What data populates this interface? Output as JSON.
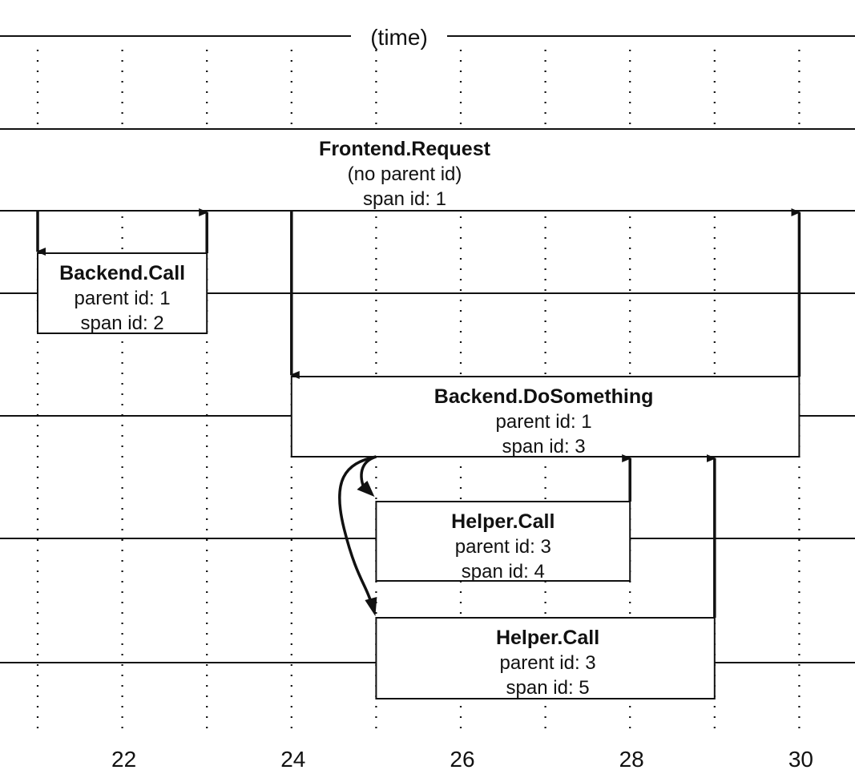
{
  "diagram": {
    "axis_title": "(time)",
    "time_range": [
      20.55,
      30.65
    ],
    "gridline_times": [
      21,
      22,
      23,
      24,
      25,
      26,
      27,
      28,
      29,
      30
    ],
    "tick_labels": [
      {
        "time": 22,
        "label": "22"
      },
      {
        "time": 24,
        "label": "24"
      },
      {
        "time": 26,
        "label": "26"
      },
      {
        "time": 28,
        "label": "28"
      },
      {
        "time": 30,
        "label": "30"
      }
    ],
    "spans": [
      {
        "id": "frontend-request",
        "name": "Frontend.Request",
        "line2": "(no parent id)",
        "line3": "span id: 1",
        "row": 0,
        "start": null,
        "end": null,
        "full_width": true
      },
      {
        "id": "backend-call",
        "name": "Backend.Call",
        "line2": "parent id: 1",
        "line3": "span id: 2",
        "row": 1,
        "start": 21,
        "end": 23
      },
      {
        "id": "backend-dosomething",
        "name": "Backend.DoSomething",
        "line2": "parent id: 1",
        "line3": "span id: 3",
        "row": 2,
        "start": 24,
        "end": 30
      },
      {
        "id": "helper-call-4",
        "name": "Helper.Call",
        "line2": "parent id: 3",
        "line3": "span id: 4",
        "row": 3,
        "start": 25,
        "end": 28
      },
      {
        "id": "helper-call-5",
        "name": "Helper.Call",
        "line2": "parent id: 3",
        "line3": "span id: 5",
        "row": 4,
        "start": 25,
        "end": 29
      }
    ],
    "calls": [
      {
        "from_span": "frontend-request",
        "to_span": "backend-call",
        "time": 21,
        "direction": "call"
      },
      {
        "from_span": "backend-call",
        "to_span": "frontend-request",
        "time": 23,
        "direction": "return"
      },
      {
        "from_span": "frontend-request",
        "to_span": "backend-dosomething",
        "time": 24,
        "direction": "call"
      },
      {
        "from_span": "backend-dosomething",
        "to_span": "frontend-request",
        "time": 30,
        "direction": "return"
      },
      {
        "from_span": "backend-dosomething",
        "to_span": "helper-call-4",
        "time": 25,
        "direction": "call",
        "curved": true
      },
      {
        "from_span": "backend-dosomething",
        "to_span": "helper-call-5",
        "time": 25,
        "direction": "call",
        "curved": true
      },
      {
        "from_span": "helper-call-4",
        "to_span": "backend-dosomething",
        "time": 28,
        "direction": "return"
      },
      {
        "from_span": "helper-call-5",
        "to_span": "backend-dosomething",
        "time": 29,
        "direction": "return"
      }
    ],
    "colors": {
      "line": "#111111",
      "background": "#ffffff"
    }
  }
}
